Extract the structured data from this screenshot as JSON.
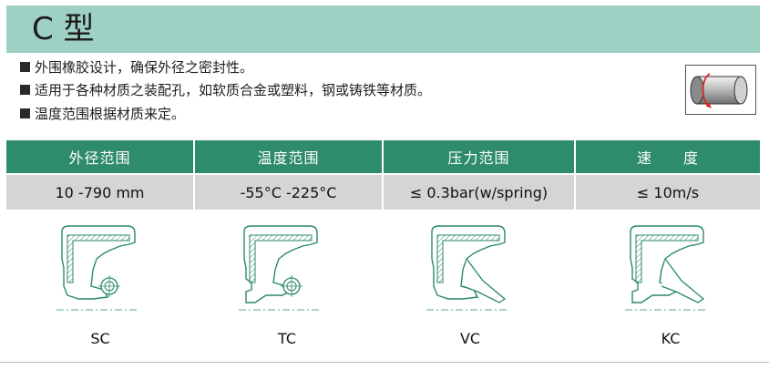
{
  "title": "C 型",
  "features": [
    "外围橡胶设计，确保外径之密封性。",
    "适用于各种材质之装配孔，如软质合金或塑料，钢或铸铁等材质。",
    "温度范围根据材质来定。"
  ],
  "table": {
    "headers": [
      "外径范围",
      "温度范围",
      "压力范围",
      "速　　度"
    ],
    "values": [
      "10 -790 mm",
      "-55°C -225°C",
      "≤ 0.3bar(w/spring)",
      "≤ 10m/s"
    ]
  },
  "seals": [
    {
      "label": "SC",
      "spring": true,
      "dust_lip": false
    },
    {
      "label": "TC",
      "spring": true,
      "dust_lip": true
    },
    {
      "label": "VC",
      "spring": false,
      "dust_lip": false
    },
    {
      "label": "KC",
      "spring": false,
      "dust_lip": true
    }
  ],
  "colors": {
    "title_bar": "#9fd0c4",
    "header_bg": "#2e8b6c",
    "value_bg": "#d5d5d5",
    "seal_stroke": "#2a8a62",
    "shaft_arrow": "#d9261c"
  },
  "icons": {
    "shaft": "rotating-shaft-icon",
    "bullet": "square-bullet"
  }
}
